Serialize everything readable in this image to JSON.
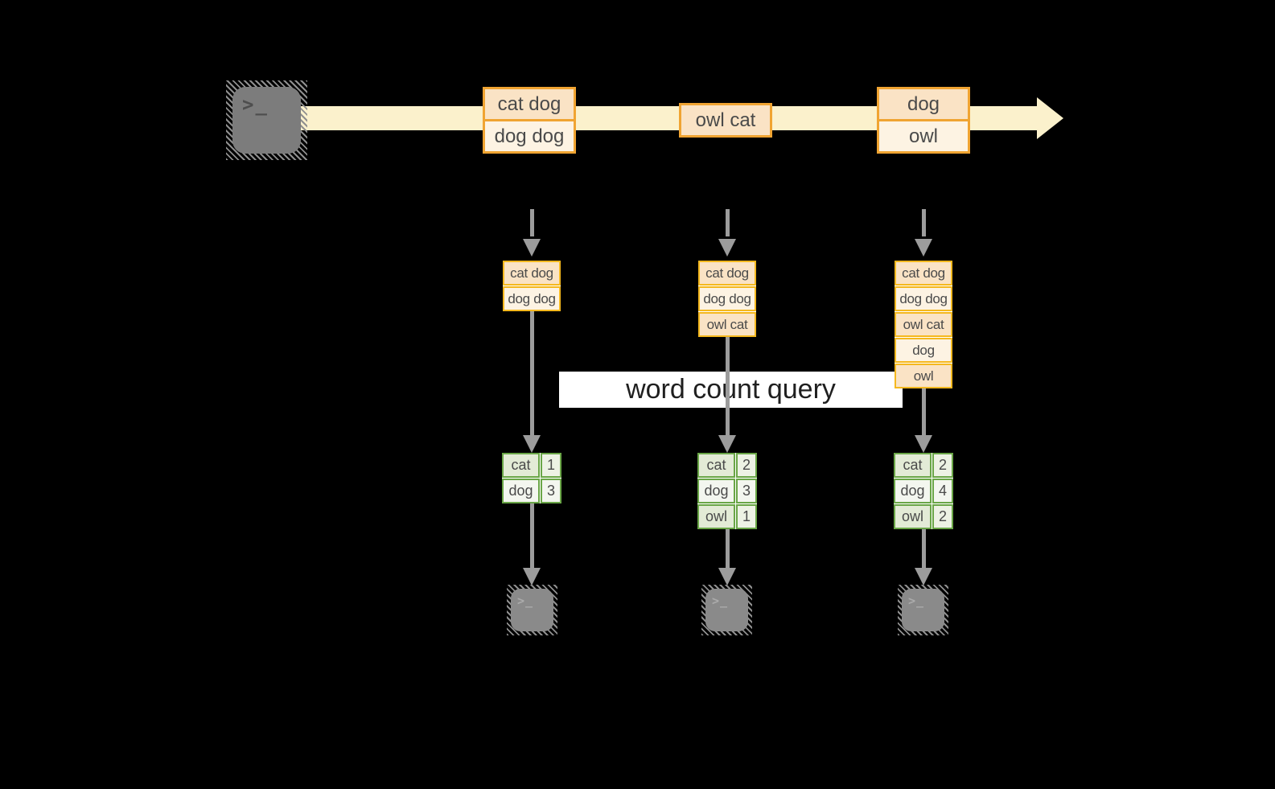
{
  "palette": {
    "background": "#000000",
    "stream_band": "#FBF1CC",
    "event_border": "#F0A432",
    "stack_border": "#F5B81E",
    "cell_peach": "#FAE3C5",
    "cell_cream": "#FDF3E3",
    "table_border": "#6AA647",
    "table_row_dark": "#E3EBD6",
    "table_row_light": "#F3F6EF",
    "arrow_gray": "#9C9C9C",
    "banner_bg": "#FFFFFF",
    "banner_text": "#1F1F1F",
    "terminal_gray": "#7C7C7C"
  },
  "icons": {
    "terminal_glyph": ">_",
    "producer_icon": "terminal-icon",
    "consumer_icon": "terminal-icon",
    "stream_arrow": "right-arrow",
    "flow_arrows": "down-arrow"
  },
  "banner": {
    "label": "word count query"
  },
  "stream": {
    "events": [
      {
        "lines": [
          "cat dog",
          "dog dog"
        ]
      },
      {
        "lines": [
          "owl cat"
        ]
      },
      {
        "lines": [
          "dog",
          "owl"
        ]
      }
    ]
  },
  "columns": [
    {
      "buffer": [
        "cat dog",
        "dog dog"
      ],
      "counts": [
        {
          "word": "cat",
          "count": 1
        },
        {
          "word": "dog",
          "count": 3
        }
      ]
    },
    {
      "buffer": [
        "cat dog",
        "dog dog",
        "owl cat"
      ],
      "counts": [
        {
          "word": "cat",
          "count": 2
        },
        {
          "word": "dog",
          "count": 3
        },
        {
          "word": "owl",
          "count": 1
        }
      ]
    },
    {
      "buffer": [
        "cat dog",
        "dog dog",
        "owl cat",
        "dog",
        "owl"
      ],
      "counts": [
        {
          "word": "cat",
          "count": 2
        },
        {
          "word": "dog",
          "count": 4
        },
        {
          "word": "owl",
          "count": 2
        }
      ]
    }
  ]
}
